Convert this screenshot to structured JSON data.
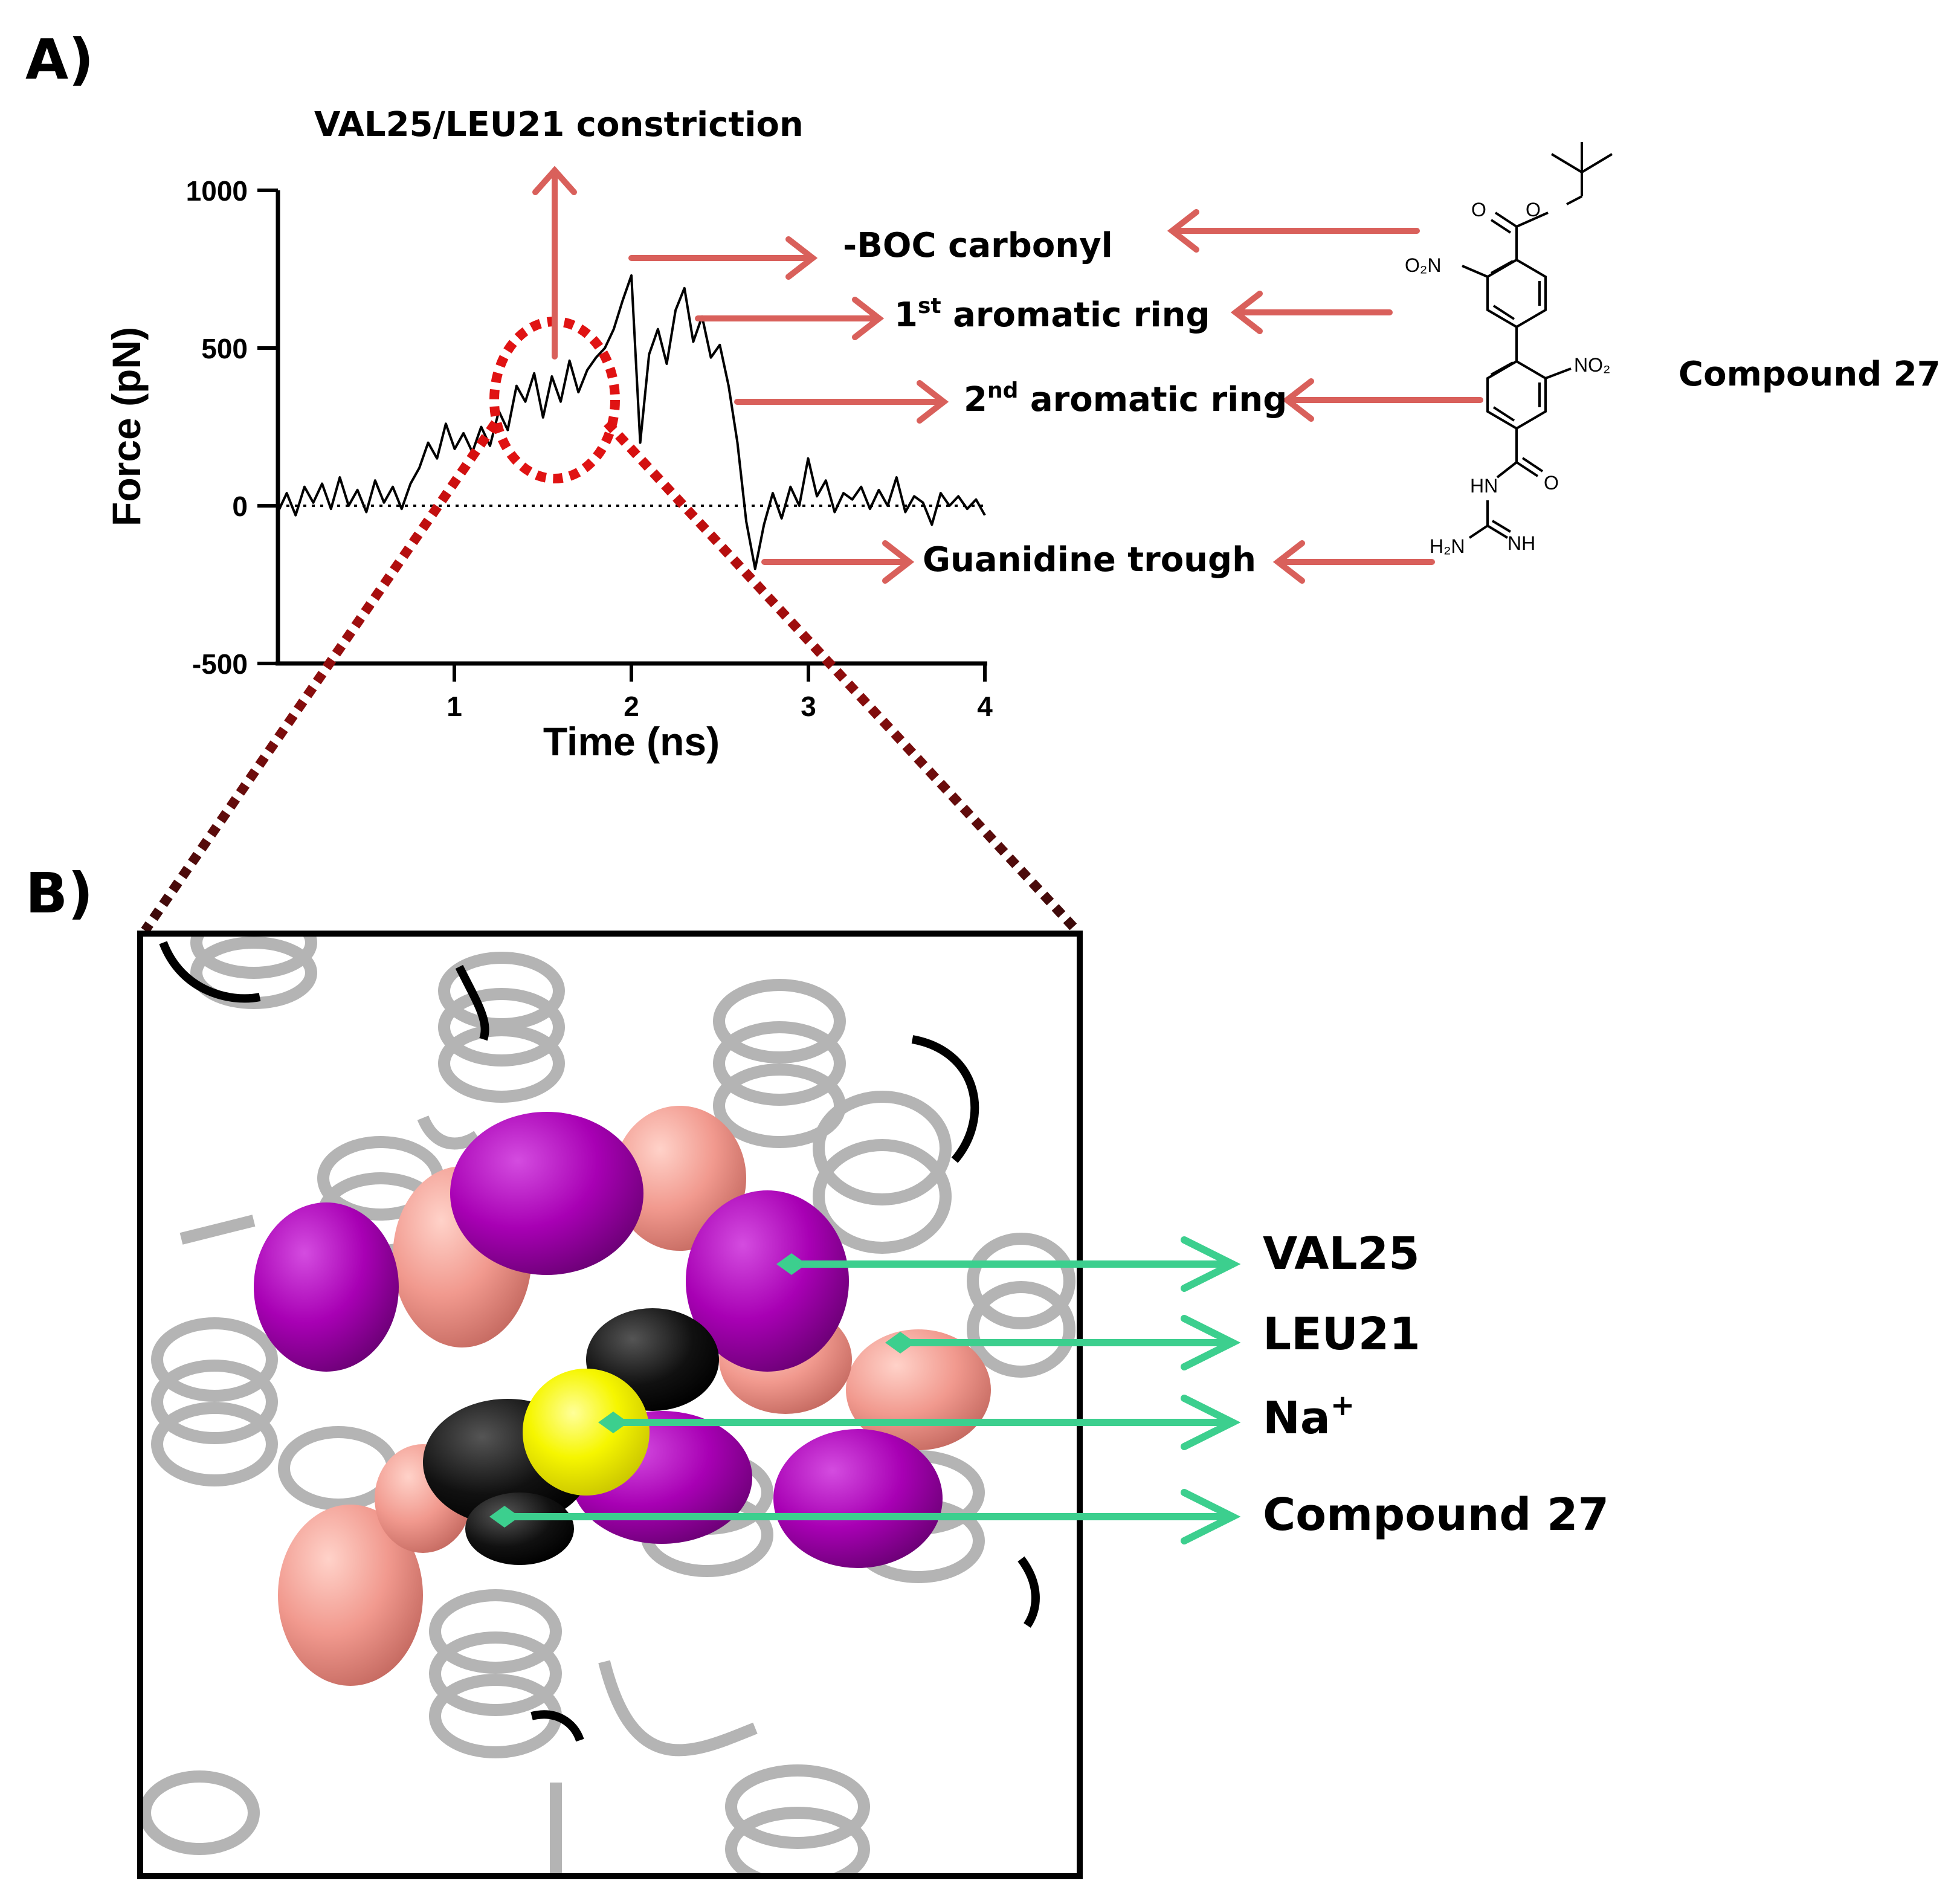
{
  "panel_labels": {
    "a": "A)",
    "b": "B)"
  },
  "chart_data": {
    "type": "line",
    "xlabel": "Time (ns)",
    "ylabel": "Force (pN)",
    "xlim": [
      0,
      4
    ],
    "ylim": [
      -500,
      1000
    ],
    "xticks": [
      "1",
      "2",
      "3",
      "4"
    ],
    "yticks": [
      "1000",
      "500",
      "0",
      "-500"
    ],
    "zero_line": "dotted",
    "series": [
      {
        "color": "#000000",
        "points": [
          [
            0.0,
            -20
          ],
          [
            0.05,
            40
          ],
          [
            0.1,
            -30
          ],
          [
            0.15,
            60
          ],
          [
            0.2,
            10
          ],
          [
            0.25,
            70
          ],
          [
            0.3,
            -10
          ],
          [
            0.35,
            90
          ],
          [
            0.4,
            0
          ],
          [
            0.45,
            50
          ],
          [
            0.5,
            -20
          ],
          [
            0.55,
            80
          ],
          [
            0.6,
            10
          ],
          [
            0.65,
            60
          ],
          [
            0.7,
            -10
          ],
          [
            0.75,
            70
          ],
          [
            0.8,
            120
          ],
          [
            0.85,
            200
          ],
          [
            0.9,
            150
          ],
          [
            0.95,
            260
          ],
          [
            1.0,
            180
          ],
          [
            1.05,
            230
          ],
          [
            1.1,
            170
          ],
          [
            1.15,
            250
          ],
          [
            1.2,
            190
          ],
          [
            1.25,
            300
          ],
          [
            1.3,
            240
          ],
          [
            1.35,
            380
          ],
          [
            1.4,
            330
          ],
          [
            1.45,
            420
          ],
          [
            1.5,
            280
          ],
          [
            1.55,
            410
          ],
          [
            1.6,
            330
          ],
          [
            1.65,
            460
          ],
          [
            1.7,
            360
          ],
          [
            1.75,
            430
          ],
          [
            1.8,
            470
          ],
          [
            1.85,
            500
          ],
          [
            1.9,
            560
          ],
          [
            1.95,
            650
          ],
          [
            2.0,
            730
          ],
          [
            2.05,
            200
          ],
          [
            2.1,
            480
          ],
          [
            2.15,
            560
          ],
          [
            2.2,
            450
          ],
          [
            2.25,
            620
          ],
          [
            2.3,
            690
          ],
          [
            2.35,
            520
          ],
          [
            2.4,
            600
          ],
          [
            2.45,
            470
          ],
          [
            2.5,
            510
          ],
          [
            2.55,
            380
          ],
          [
            2.6,
            200
          ],
          [
            2.65,
            -50
          ],
          [
            2.7,
            -200
          ],
          [
            2.75,
            -60
          ],
          [
            2.8,
            40
          ],
          [
            2.85,
            -40
          ],
          [
            2.9,
            60
          ],
          [
            2.95,
            0
          ],
          [
            3.0,
            150
          ],
          [
            3.05,
            30
          ],
          [
            3.1,
            80
          ],
          [
            3.15,
            -20
          ],
          [
            3.2,
            40
          ],
          [
            3.25,
            20
          ],
          [
            3.3,
            60
          ],
          [
            3.35,
            -10
          ],
          [
            3.4,
            50
          ],
          [
            3.45,
            0
          ],
          [
            3.5,
            90
          ],
          [
            3.55,
            -20
          ],
          [
            3.6,
            30
          ],
          [
            3.65,
            10
          ],
          [
            3.7,
            -60
          ],
          [
            3.75,
            40
          ],
          [
            3.8,
            0
          ],
          [
            3.85,
            30
          ],
          [
            3.9,
            -10
          ],
          [
            3.95,
            20
          ],
          [
            4.0,
            -30
          ]
        ]
      }
    ],
    "annotations": [
      {
        "text": "VAL25/LEU21 constriction"
      },
      {
        "text": "-BOC carbonyl"
      },
      {
        "text": "1st aromatic ring"
      },
      {
        "text": "2nd aromatic ring"
      },
      {
        "text": "Guanidine trough"
      },
      {
        "text": "Compound 27"
      }
    ]
  },
  "molecule": {
    "name": "Compound 27",
    "atoms": {
      "o1": "O",
      "o2": "O",
      "no2_a": "O₂N",
      "no2_b": "NO₂",
      "hn": "HN",
      "o3": "O",
      "h2n": "H₂N",
      "nh": "NH"
    }
  },
  "panel_b": {
    "labels": {
      "val25": "VAL25",
      "leu21": "LEU21",
      "na": "Na",
      "na_sup": "+",
      "compound": "Compound 27"
    },
    "colors": {
      "val25": "#a800b4",
      "leu21": "#f1998e",
      "na": "#ffff00",
      "compound": "#000000",
      "helix": "#b4b4b4"
    }
  },
  "colors": {
    "red_arrow": "#d9605b",
    "green_arrow": "#3ccf8e",
    "zoom_dots": "#d71414"
  }
}
